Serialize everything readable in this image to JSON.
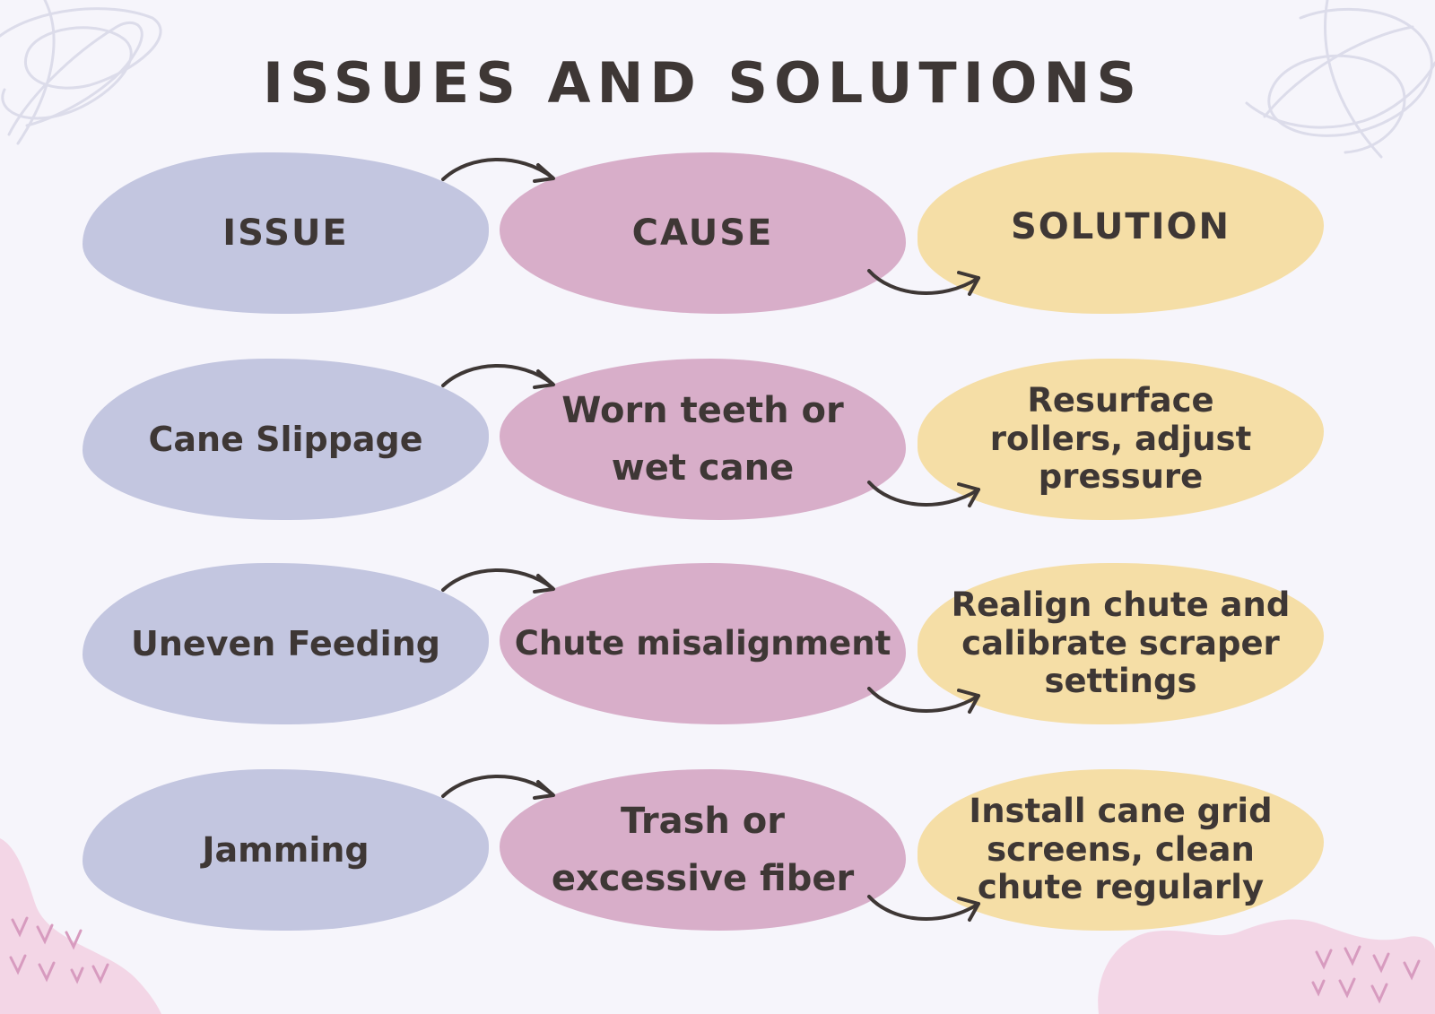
{
  "title": "ISSUES AND SOLUTIONS",
  "headers": {
    "issue": "ISSUE",
    "cause": "CAUSE",
    "solution": "SOLUTION"
  },
  "rows": [
    {
      "issue": "Cane Slippage",
      "cause": "Worn teeth or wet cane",
      "solution": "Resurface rollers, adjust pressure"
    },
    {
      "issue": "Uneven Feeding",
      "cause": "Chute misalignment",
      "solution": "Realign chute and calibrate scraper settings"
    },
    {
      "issue": "Jamming",
      "cause": "Trash or excessive fiber",
      "solution": "Install cane grid screens, clean chute regularly"
    }
  ],
  "colors": {
    "background": "#f6f5fb",
    "issue": "#c3c6e0",
    "cause": "#d8aec9",
    "solution": "#f5dea6",
    "text": "#3e3735"
  },
  "icons": {
    "arrow": "curved-arrow-icon",
    "scribble": "scribble-decoration",
    "blob": "pink-blob-decoration"
  }
}
